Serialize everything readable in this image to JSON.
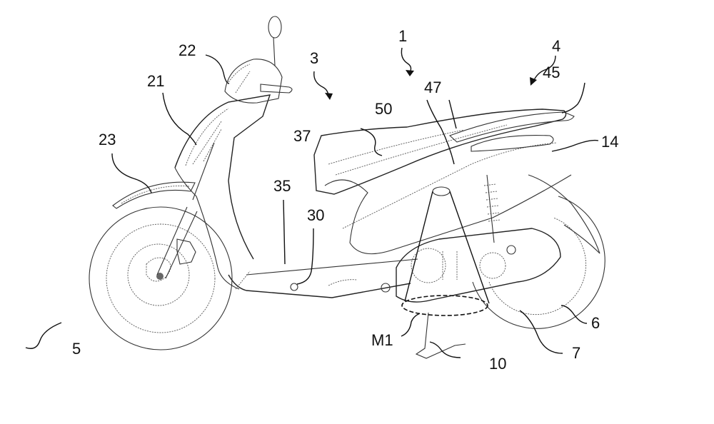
{
  "figure": {
    "subject": "Scooter side view patent drawing",
    "reference_labels": {
      "r1": "1",
      "r3": "3",
      "r4": "4",
      "r5": "5",
      "r6": "6",
      "r7": "7",
      "r10": "10",
      "r14": "14",
      "r21": "21",
      "r22": "22",
      "r23": "23",
      "r30": "30",
      "r35": "35",
      "r37": "37",
      "r45": "45",
      "r47": "47",
      "r50": "50",
      "rM1": "M1"
    },
    "colors": {
      "ink": "#111111",
      "background": "#ffffff"
    }
  }
}
